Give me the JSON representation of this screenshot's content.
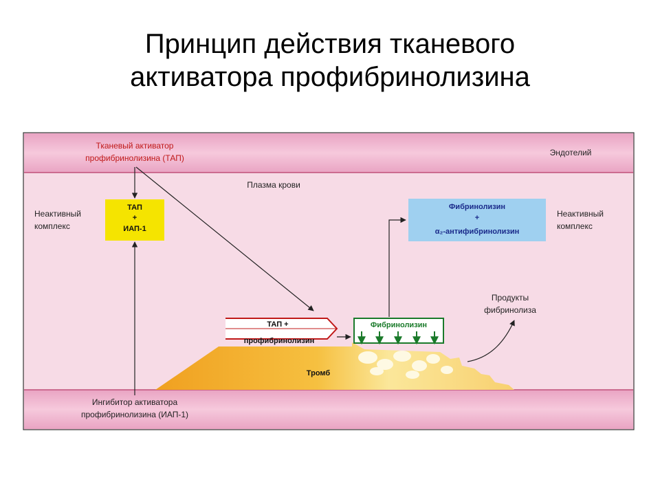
{
  "slide": {
    "title_line1": "Принцип действия тканевого",
    "title_line2": "активатора профибринолизина"
  },
  "diagram": {
    "endothelium": "Эндотелий",
    "plasma": "Плазма крови",
    "tap_line1": "Тканевый активатор",
    "tap_line2": "профибринолизина (ТАП)",
    "inactive_left_1": "Неактивный",
    "inactive_left_2": "комплекс",
    "yellow_1": "ТАП",
    "yellow_2": "+",
    "yellow_3": "ИАП-1",
    "blue_1": "Фибринолизин",
    "blue_2": "+",
    "blue_3": "α₂-антифибринолизин",
    "inactive_right_1": "Неактивный",
    "inactive_right_2": "комплекс",
    "products_1": "Продукты",
    "products_2": "фибринолиза",
    "red_box_1": "ТАП +",
    "red_box_2": "профибринолизин",
    "green_box": "Фибринолизин",
    "thrombus": "Тромб",
    "inhibitor_1": "Ингибитор активатора",
    "inhibitor_2": "профибринолизина (ИАП-1)"
  },
  "colors": {
    "membrane": "#efb5cf",
    "plasma_bg": "#f7dbe6",
    "yellow_box": "#f5e400",
    "blue_box": "#9fd0f0",
    "red_arrow": "#c01818",
    "green_box": "#1a7a2a",
    "thrombus": "#f0a030"
  }
}
